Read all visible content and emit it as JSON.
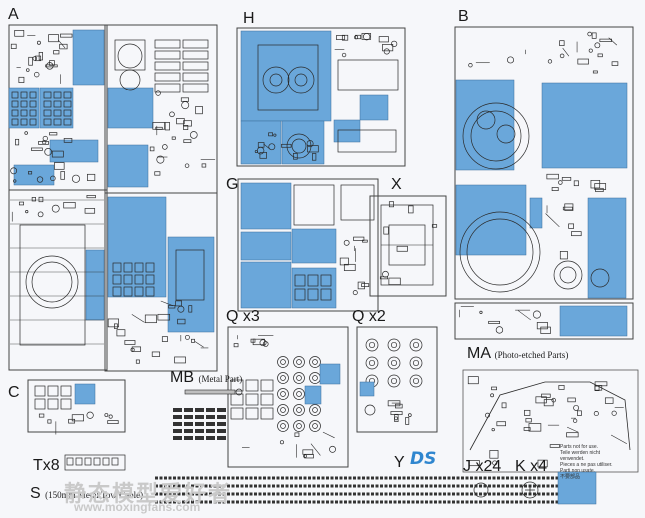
{
  "sprues": {
    "A": "A",
    "H": "H",
    "B": "B",
    "G": "G",
    "X": "X",
    "Q3": "Q x3",
    "Q2": "Q x2",
    "C": "C",
    "MB": "MB",
    "MB_sub": "(Metal Part)",
    "MA": "MA",
    "MA_sub": "(Photo-etched Parts)",
    "T": "Tx8",
    "S": "S",
    "S_sub": "(150mm Metal Tow Cable)",
    "Y": "Y",
    "J": "J x24",
    "K": "K x4"
  },
  "brand": "DS",
  "note_lines": [
    "Parts not for use.",
    "Teile werden nicht verwendet.",
    "Pieces a ne pas utiliser.",
    "Parti non usate.",
    "不要部品"
  ],
  "watermark_cn": "静态模型爱好者",
  "watermark_url": "www.moxingfans.com",
  "colors": {
    "blue": "#6aa7da",
    "line": "#2a2a2a",
    "paper": "#f6f7fa"
  }
}
